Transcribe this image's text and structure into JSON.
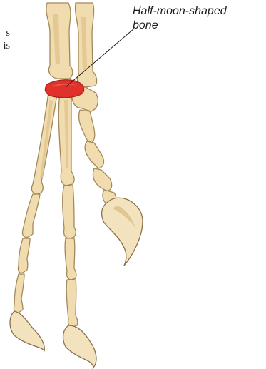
{
  "label": {
    "line1": "Half-moon-shaped",
    "line2": "bone"
  },
  "clipped_text": {
    "line1": "s",
    "line2": "is"
  },
  "colors": {
    "highlight_bone": "#e0322b",
    "bone": "#f0dcae",
    "outline": "#a3895a",
    "leader_line": "#1a1a1a"
  }
}
